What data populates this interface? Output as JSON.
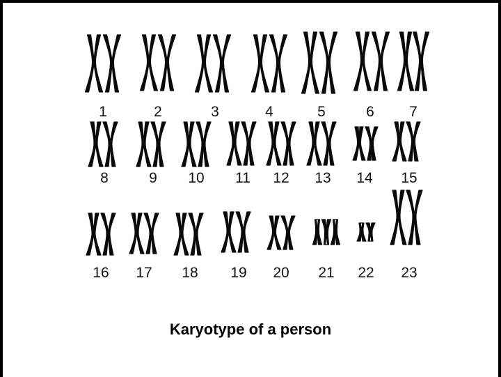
{
  "figure": {
    "caption": "Karyotype of a person",
    "chromosome_color": "#0a0a0a",
    "border_color": "#000000",
    "rows": [
      {
        "pairs": [
          {
            "label": "1",
            "count": 2
          },
          {
            "label": "2",
            "count": 2
          },
          {
            "label": "3",
            "count": 2
          },
          {
            "label": "4",
            "count": 2
          },
          {
            "label": "5",
            "count": 2
          },
          {
            "label": "6",
            "count": 2
          },
          {
            "label": "7",
            "count": 2
          }
        ]
      },
      {
        "pairs": [
          {
            "label": "8",
            "count": 2
          },
          {
            "label": "9",
            "count": 2
          },
          {
            "label": "10",
            "count": 2
          },
          {
            "label": "11",
            "count": 2
          },
          {
            "label": "12",
            "count": 2
          },
          {
            "label": "13",
            "count": 2
          },
          {
            "label": "14",
            "count": 2
          },
          {
            "label": "15",
            "count": 2
          }
        ]
      },
      {
        "pairs": [
          {
            "label": "16",
            "count": 2
          },
          {
            "label": "17",
            "count": 2
          },
          {
            "label": "18",
            "count": 2
          },
          {
            "label": "19",
            "count": 2
          },
          {
            "label": "20",
            "count": 2
          },
          {
            "label": "21",
            "count": 3
          },
          {
            "label": "22",
            "count": 2
          },
          {
            "label": "23",
            "count": 2
          }
        ]
      }
    ]
  }
}
